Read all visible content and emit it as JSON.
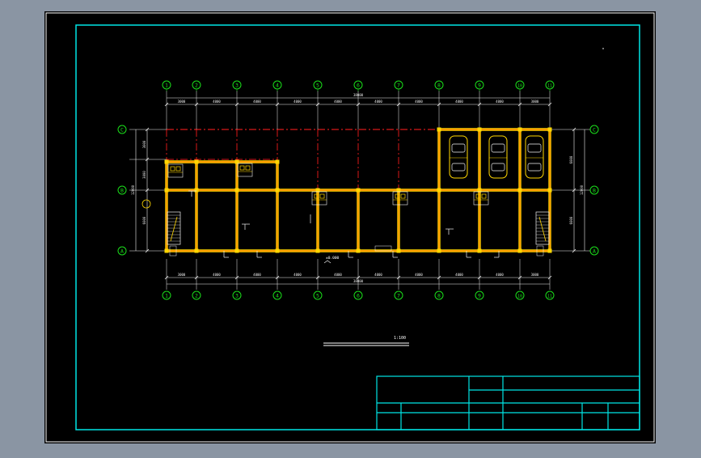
{
  "grid": {
    "columns": [
      "1",
      "2",
      "3",
      "4",
      "5",
      "6",
      "7",
      "8",
      "9",
      "10",
      "11"
    ],
    "rows": [
      "C",
      "B",
      "A"
    ]
  },
  "dims": {
    "top_spans": [
      "3000",
      "4000",
      "4000",
      "4000",
      "4000",
      "4000",
      "4000",
      "4000",
      "4000",
      "3000"
    ],
    "bottom_spans": [
      "3000",
      "4000",
      "4000",
      "4000",
      "4000",
      "4000",
      "4000",
      "4000",
      "4000",
      "3000"
    ],
    "total": "38000",
    "left_spans": [
      "3000",
      "3000"
    ],
    "left_single": "6000",
    "left_total": "12000",
    "right_spans": [
      "6000",
      "6000"
    ],
    "right_total": "12000"
  },
  "annotations": {
    "level_mark": "±0.000",
    "scale": "1:100"
  },
  "colors": {
    "frame": "#00e5e5",
    "wall": "#ffd700",
    "wall_fill": "#ff8a00",
    "grid_line": "#d81818",
    "axis_circle": "#1adf1a",
    "dim_line": "#f2f2f2",
    "background": "#000000"
  },
  "icons": [
    "car-icon",
    "stair-icon",
    "toilet-icon",
    "door-icon"
  ]
}
